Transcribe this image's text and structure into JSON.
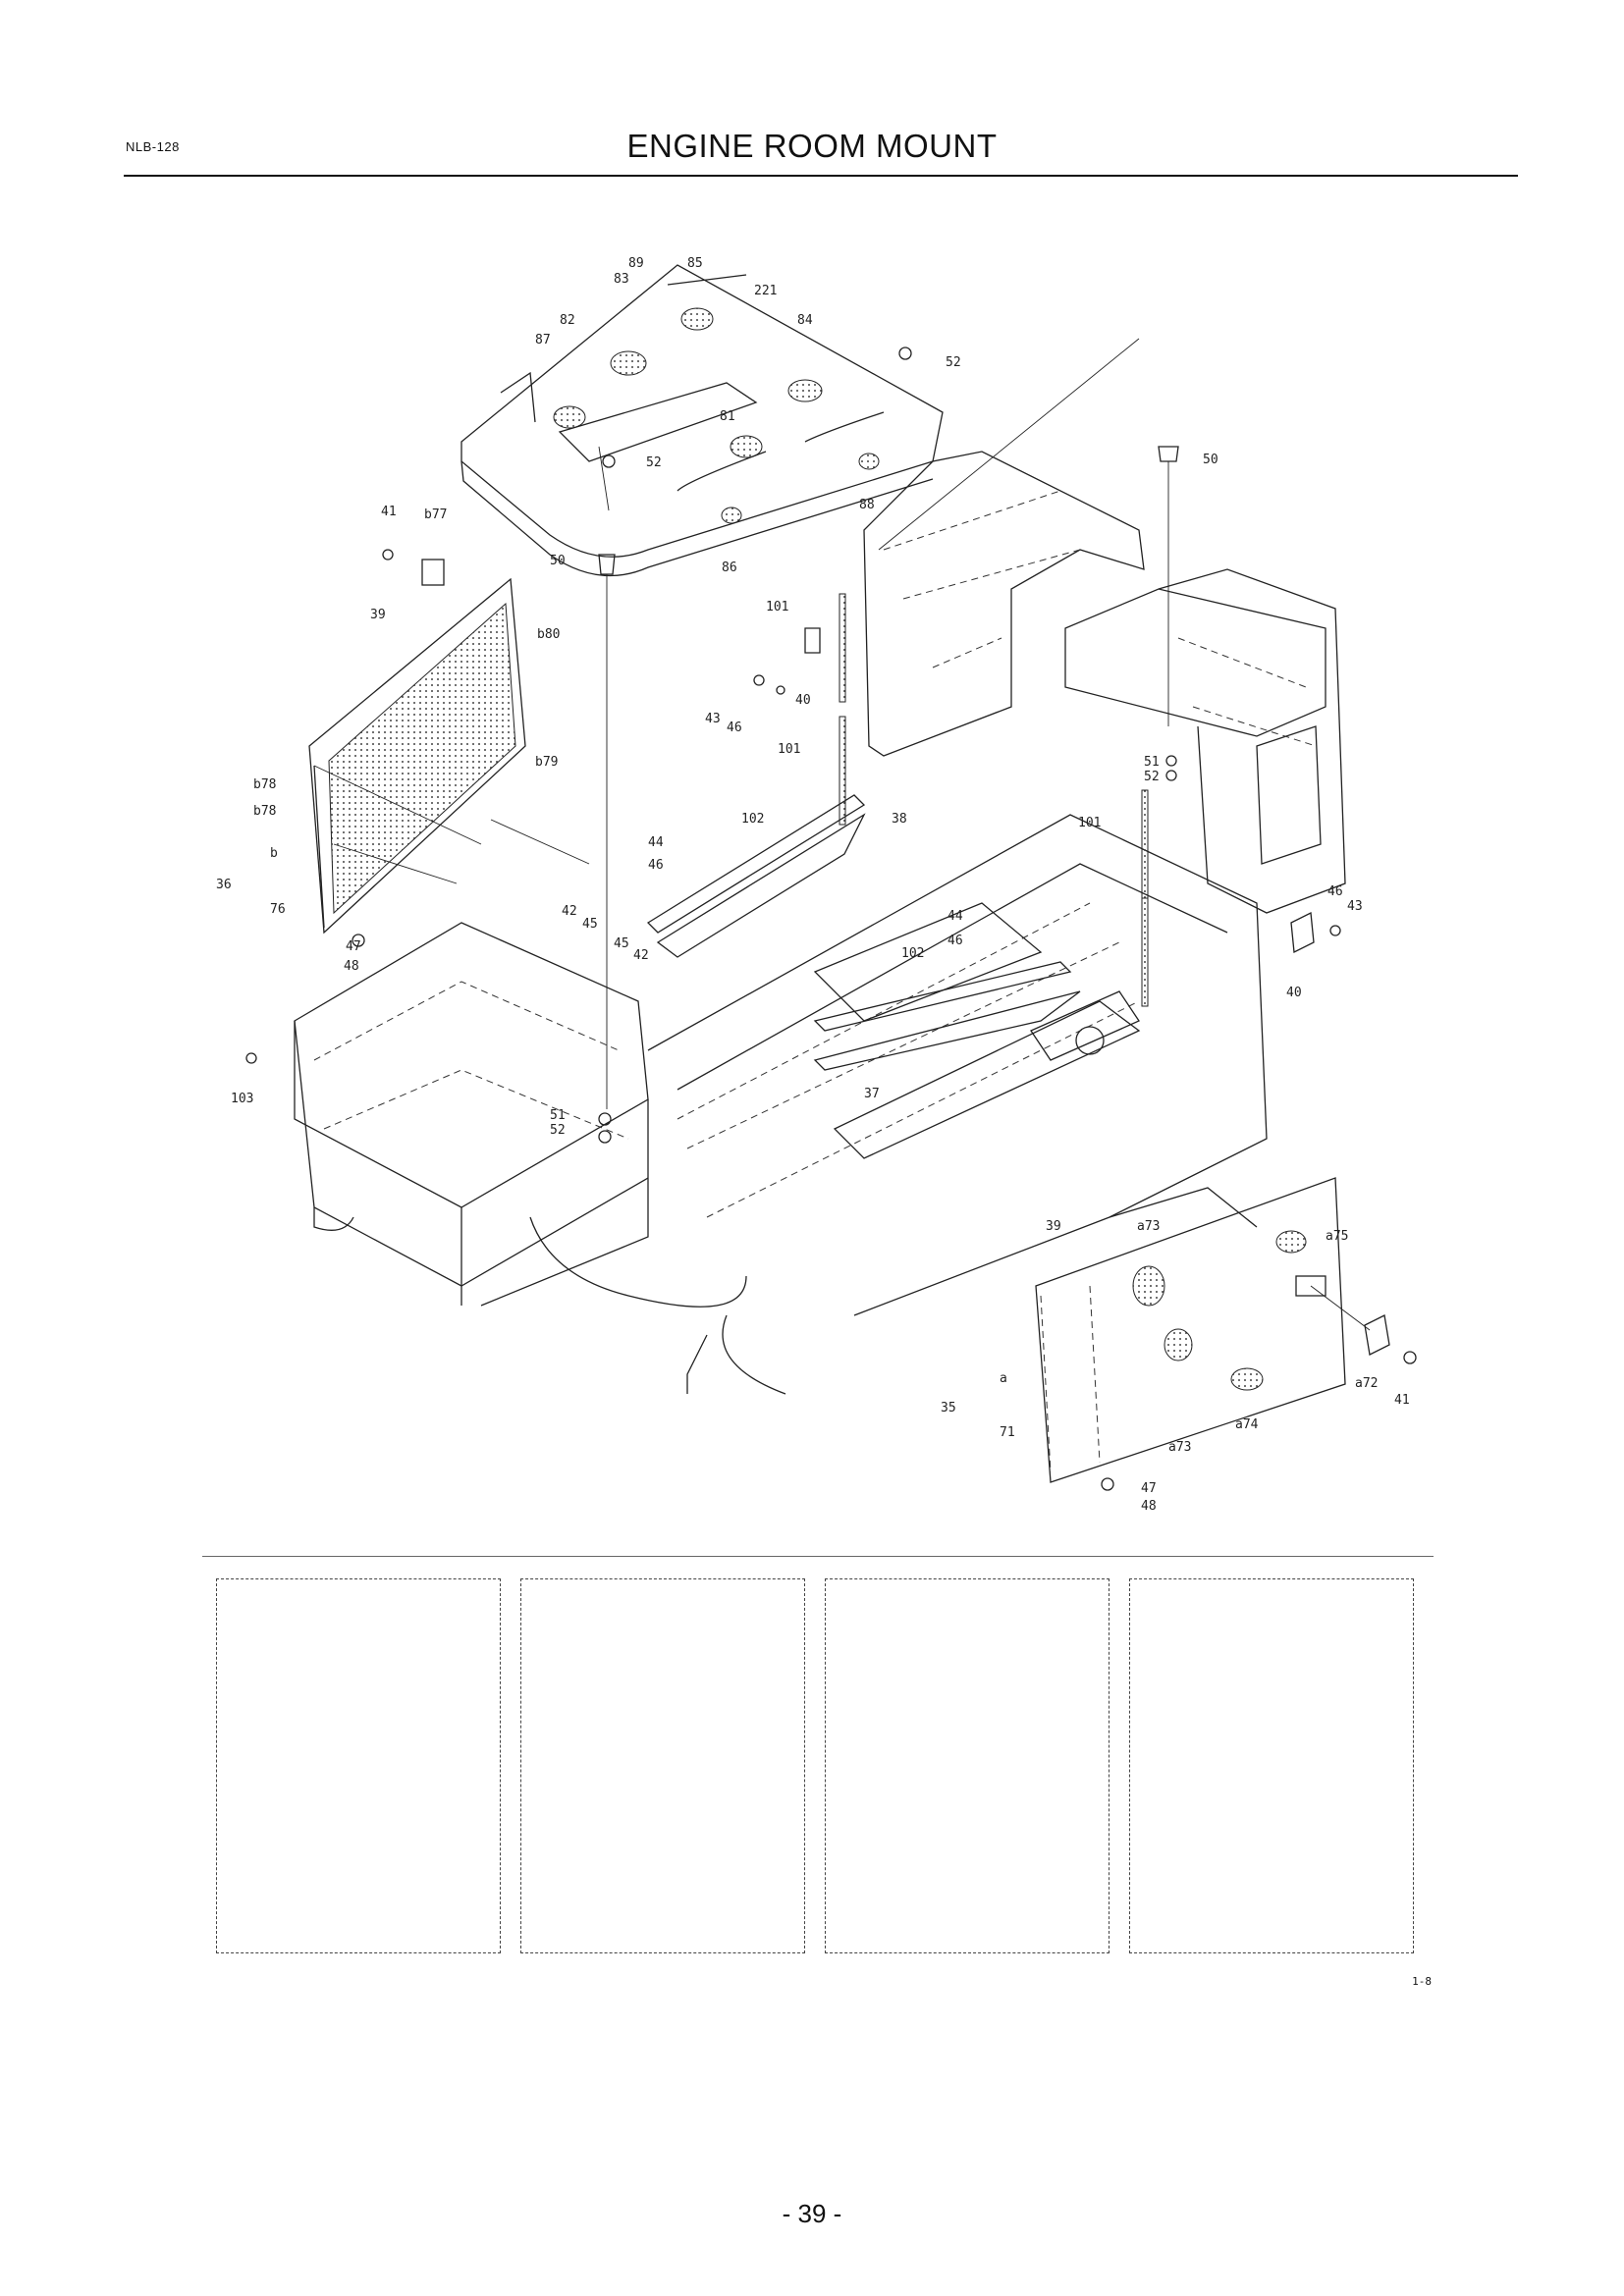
{
  "header": {
    "doc_code": "NLB-128",
    "title": "ENGINE ROOM MOUNT"
  },
  "callouts": [
    "89",
    "85",
    "83",
    "221",
    "82",
    "84",
    "87",
    "52",
    "81",
    "50",
    "52",
    "88",
    "41",
    "b77",
    "50",
    "86",
    "39",
    "101",
    "b80",
    "40",
    "43",
    "46",
    "101",
    "b79",
    "51",
    "52",
    "b78",
    "102",
    "38",
    "b78",
    "44",
    "101",
    "b",
    "46",
    "36",
    "76",
    "42",
    "45",
    "44",
    "46",
    "43",
    "45",
    "102",
    "47",
    "42",
    "46",
    "48",
    "40",
    "103",
    "37",
    "51",
    "52",
    "39",
    "a73",
    "a75",
    "a",
    "a72",
    "35",
    "41",
    "71",
    "a73",
    "a74",
    "47",
    "48"
  ],
  "figure_ref": "1-8",
  "page_number": "- 39 -"
}
